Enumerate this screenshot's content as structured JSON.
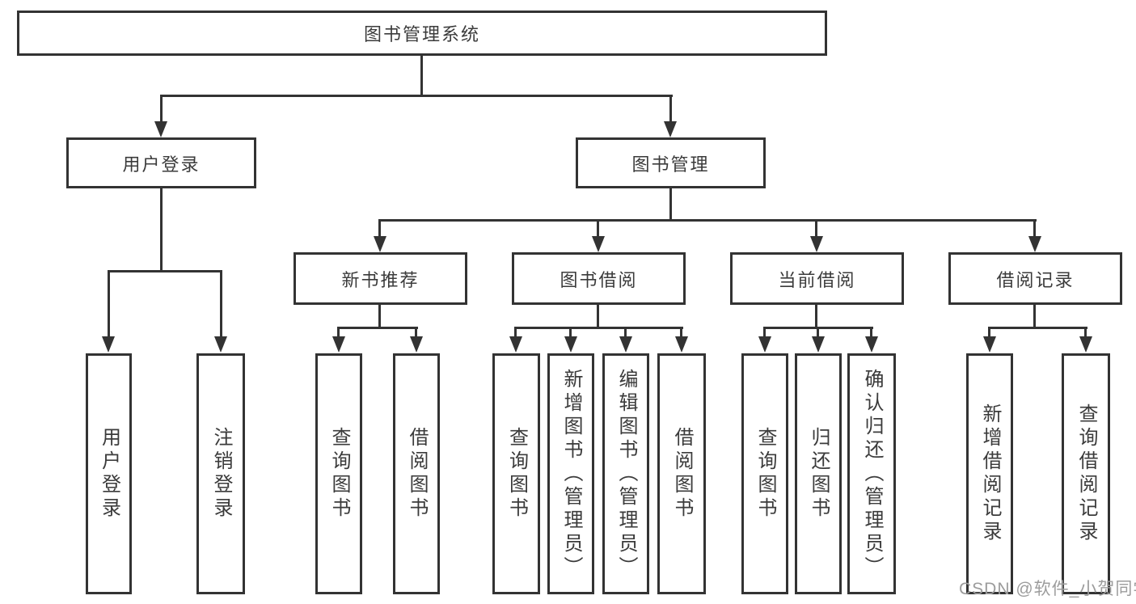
{
  "diagram": {
    "root": {
      "label": "图书管理系统"
    },
    "level2": [
      {
        "label": "用户登录"
      },
      {
        "label": "图书管理"
      }
    ],
    "level3": [
      {
        "label": "新书推荐"
      },
      {
        "label": "图书借阅"
      },
      {
        "label": "当前借阅"
      },
      {
        "label": "借阅记录"
      }
    ],
    "leaves": [
      {
        "label": "用户登录"
      },
      {
        "label": "注销登录"
      },
      {
        "label": "查询图书"
      },
      {
        "label": "借阅图书"
      },
      {
        "label": "查询图书"
      },
      {
        "label": "新增图书（管理员）"
      },
      {
        "label": "编辑图书（管理员）"
      },
      {
        "label": "借阅图书"
      },
      {
        "label": "查询图书"
      },
      {
        "label": "归还图书"
      },
      {
        "label": "确认归还（管理员）"
      },
      {
        "label": "新增借阅记录"
      },
      {
        "label": "查询借阅记录"
      }
    ]
  },
  "watermark": {
    "text": "CSDN @软件_小贺同学"
  },
  "colors": {
    "line": "#333333",
    "text": "#3b3b3b",
    "background": "#ffffff",
    "watermark": "#9c9c9c"
  }
}
